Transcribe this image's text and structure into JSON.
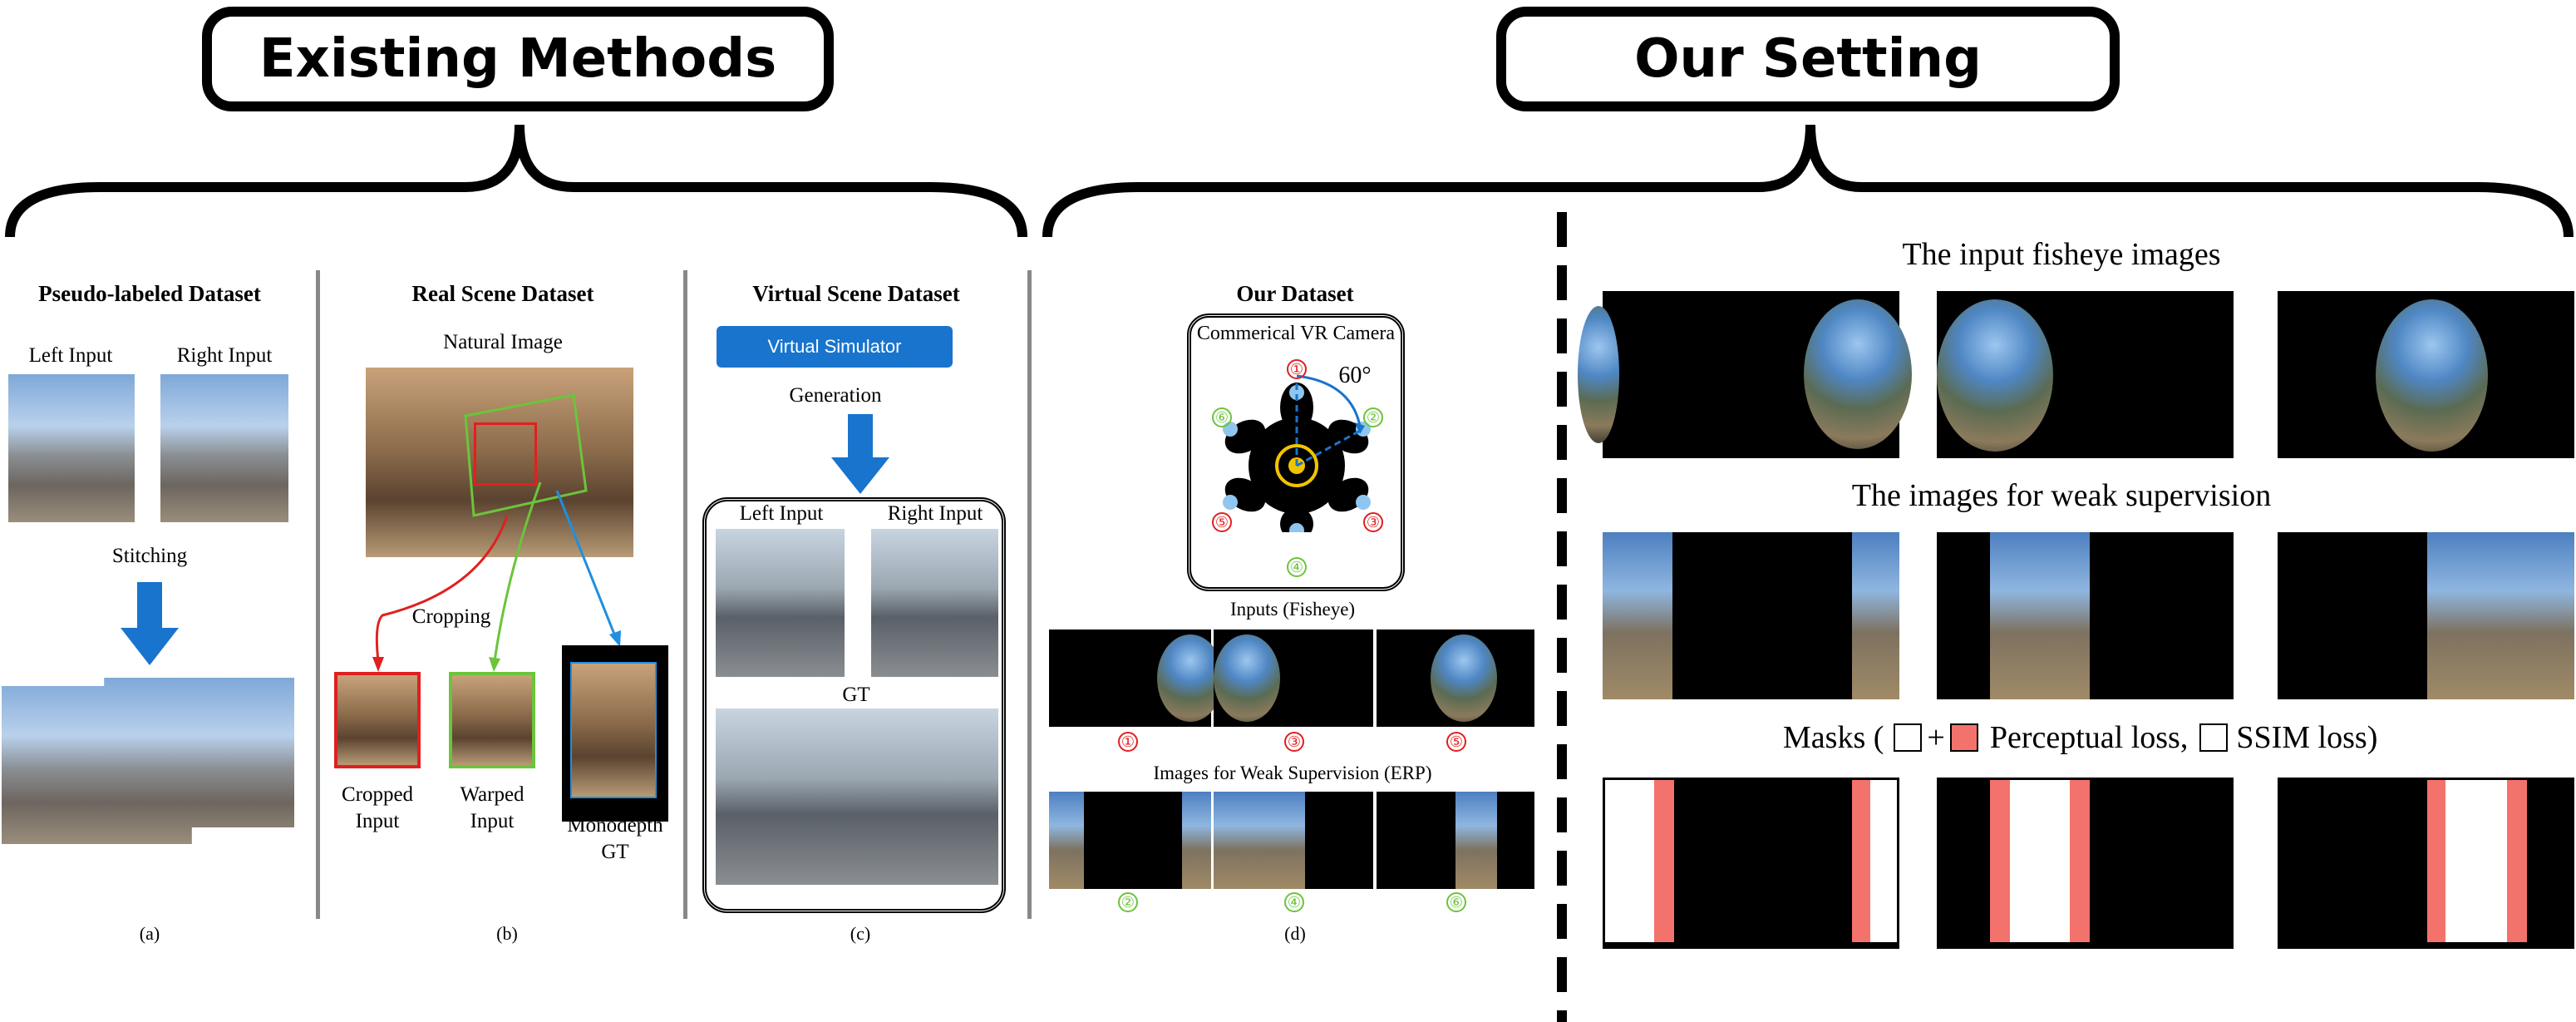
{
  "headers": {
    "existing": "Existing Methods",
    "ours": "Our Setting"
  },
  "panel_a": {
    "title": "Pseudo-labeled Dataset",
    "left_input": "Left Input",
    "right_input": "Right Input",
    "stitching": "Stitching",
    "caption": "(a)"
  },
  "panel_b": {
    "title": "Real Scene Dataset",
    "natural": "Natural Image",
    "cropping": "Cropping",
    "cropped": "Cropped Input",
    "warped": "Warped Input",
    "monodepth": "Monodepth GT",
    "caption": "(b)"
  },
  "panel_c": {
    "title": "Virtual Scene Dataset",
    "simulator": "Virtual Simulator",
    "generation": "Generation",
    "left_input": "Left Input",
    "right_input": "Right Input",
    "gt": "GT",
    "caption": "(c)"
  },
  "panel_d": {
    "title": "Our Dataset",
    "camera": "Commerical VR Camera",
    "angle": "60°",
    "inputs": "Inputs (Fisheye)",
    "weak": "Images for Weak Supervision (ERP)",
    "caption": "(d)",
    "cam_nums": [
      "①",
      "②",
      "③",
      "④",
      "⑤",
      "⑥"
    ],
    "input_nums": [
      "①",
      "③",
      "⑤"
    ],
    "erp_nums": [
      "②",
      "④",
      "⑥"
    ]
  },
  "right": {
    "fisheye_title": "The input fisheye images",
    "weak_title": "The images for weak supervision",
    "masks_prefix": "Masks (",
    "plus": "+",
    "perceptual": "Perceptual loss,",
    "ssim": "SSIM loss)"
  },
  "colors": {
    "red": "#e02020",
    "green": "#6cc43a",
    "blue": "#1874cd",
    "mask_red": "#f4726c"
  }
}
